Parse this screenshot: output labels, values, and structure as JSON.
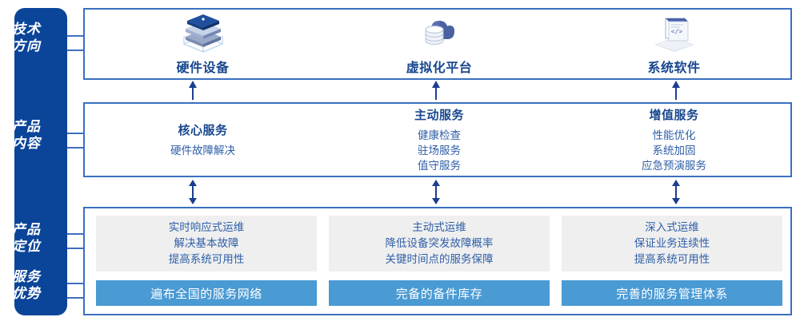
{
  "sidebar": {
    "labels": [
      {
        "name": "tech-direction",
        "line1": "技术",
        "line2": "方向"
      },
      {
        "name": "product-content",
        "line1": "产品",
        "line2": "内容"
      },
      {
        "name": "product-positioning",
        "line1": "产品",
        "line2": "定位"
      },
      {
        "name": "service-advantage",
        "line1": "服务",
        "line2": "优势"
      }
    ],
    "color": "#0b4599"
  },
  "tech_row": {
    "columns": [
      {
        "icon": "server-stack-icon",
        "label": "硬件设备"
      },
      {
        "icon": "cloud-database-icon",
        "label": "虚拟化平台"
      },
      {
        "icon": "laptop-code-icon",
        "label": "系统软件"
      }
    ]
  },
  "content_row": {
    "columns": [
      {
        "title": "核心服务",
        "items": [
          "硬件故障解决"
        ]
      },
      {
        "title": "主动服务",
        "items": [
          "健康检查",
          "驻场服务",
          "值守服务"
        ]
      },
      {
        "title": "增值服务",
        "items": [
          "性能优化",
          "系统加固",
          "应急预演服务"
        ]
      }
    ]
  },
  "positioning_row": {
    "columns": [
      {
        "lines": [
          "实时响应式运维",
          "解决基本故障",
          "提高系统可用性"
        ]
      },
      {
        "lines": [
          "主动式运维",
          "降低设备突发故障概率",
          "关键时间点的服务保障"
        ]
      },
      {
        "lines": [
          "深入式运维",
          "保证业务连续性",
          "提高系统可用性"
        ]
      }
    ]
  },
  "advantage_row": {
    "bars": [
      "遍布全国的服务网络",
      "完备的备件库存",
      "完善的服务管理体系"
    ]
  },
  "colors": {
    "sidebar_blue": "#0b4599",
    "panel_border": "#3a70c0",
    "title_blue": "#18478f",
    "body_blue": "#2f5fa8",
    "gray_box": "#efefef",
    "bar_blue": "#4a9ad4",
    "arrow": "#1b3f8f"
  },
  "arrows": {
    "top_to_middle": "arrow-up-icon",
    "middle_to_bottom": "arrow-up-down-icon"
  }
}
